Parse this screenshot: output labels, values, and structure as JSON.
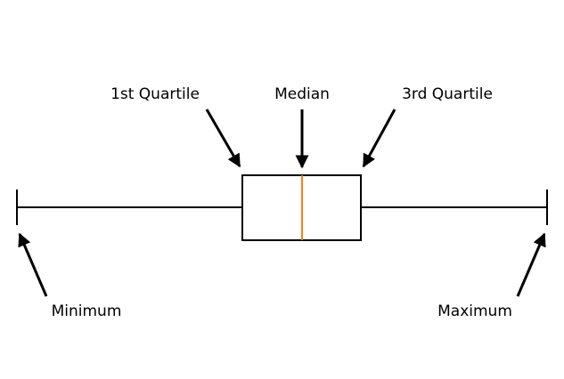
{
  "labels": {
    "q1": "1st Quartile",
    "median": "Median",
    "q3": "3rd Quartile",
    "minimum": "Minimum",
    "maximum": "Maximum"
  },
  "colors": {
    "stroke": "#000000",
    "median_line": "#ff7f0e"
  }
}
